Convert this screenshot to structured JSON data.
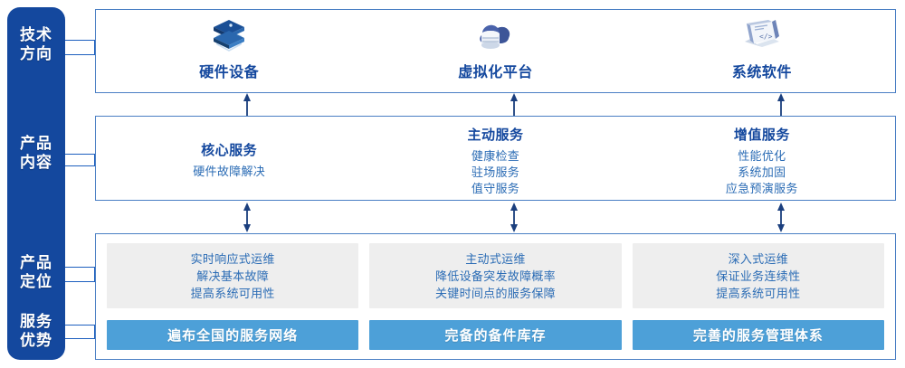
{
  "rail": {
    "items": [
      {
        "name": "tech-direction",
        "line1": "技术",
        "line2": "方向"
      },
      {
        "name": "product-content",
        "line1": "产品",
        "line2": "内容"
      },
      {
        "name": "product-position",
        "line1": "产品",
        "line2": "定位"
      },
      {
        "name": "service-advantage",
        "line1": "服务",
        "line2": "优势"
      }
    ],
    "color": "#14489e"
  },
  "tech": {
    "columns": [
      {
        "icon": "server-stack-icon",
        "label": "硬件设备"
      },
      {
        "icon": "cloud-database-icon",
        "label": "虚拟化平台"
      },
      {
        "icon": "software-code-icon",
        "label": "系统软件"
      }
    ]
  },
  "content": {
    "columns": [
      {
        "title": "核心服务",
        "items": [
          "硬件故障解决"
        ]
      },
      {
        "title": "主动服务",
        "items": [
          "健康检查",
          "驻场服务",
          "值守服务"
        ]
      },
      {
        "title": "增值服务",
        "items": [
          "性能优化",
          "系统加固",
          "应急预演服务"
        ]
      }
    ]
  },
  "position": {
    "cells": [
      {
        "lines": [
          "实时响应式运维",
          "解决基本故障",
          "提高系统可用性"
        ]
      },
      {
        "lines": [
          "主动式运维",
          "降低设备突发故障概率",
          "关键时间点的服务保障"
        ]
      },
      {
        "lines": [
          "深入式运维",
          "保证业务连续性",
          "提高系统可用性"
        ]
      }
    ]
  },
  "advantage": {
    "bars": [
      "遍布全国的服务网络",
      "完备的备件库存",
      "完善的服务管理体系"
    ],
    "color": "#4da0d8"
  },
  "arrows": {
    "up_single": "arrow-up-icon",
    "double": "arrow-up-down-icon"
  },
  "colors": {
    "rail": "#14489e",
    "panel_border": "#4a7fc4",
    "heading": "#14489e",
    "body_text": "#2b6cb5",
    "grey_panel": "#eeeeee",
    "blue_bar": "#4da0d8"
  }
}
